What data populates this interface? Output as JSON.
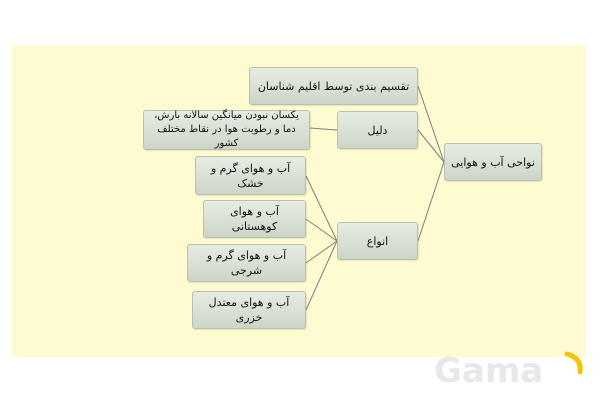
{
  "diagram": {
    "root": "نواحی آب و هوایی",
    "top_note": "تقسیم بندی توسط اقلیم شناسان",
    "reason": {
      "label": "دلیل",
      "detail": "یکسان نبودن میانگین سالانه بارش، دما و رطوبت هوا در نقاط مختلف کشور"
    },
    "types": {
      "label": "انواع",
      "items": [
        "آب و هوای گرم و خشک",
        "آب و هوای کوهستانی",
        "آب و هوای گرم و شرجی",
        "آب و هوای معتدل خزری"
      ]
    }
  },
  "brand": {
    "logo_text": "Gama",
    "colors": {
      "background": "#fefbd0",
      "node": "#d9e0d4",
      "logo": "#e8e8e8",
      "logo_accent": "#f5c400"
    }
  }
}
